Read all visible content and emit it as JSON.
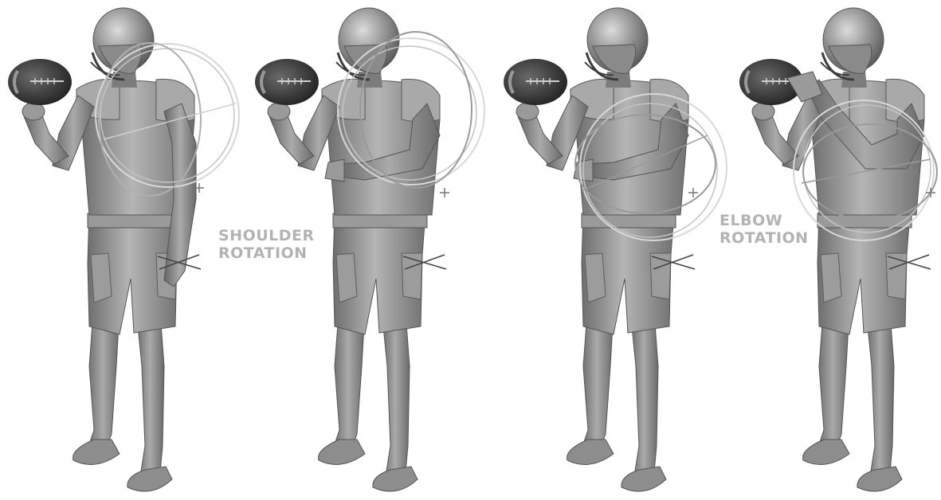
{
  "figures": [
    {
      "pose": "arm-down",
      "gizmo": "shoulder"
    },
    {
      "pose": "arm-forward",
      "gizmo": "shoulder"
    },
    {
      "pose": "arm-forward",
      "gizmo": "elbow"
    },
    {
      "pose": "hands-together",
      "gizmo": "elbow"
    }
  ],
  "captions": {
    "shoulder": {
      "line1": "SHOULDER",
      "line2": "ROTATION"
    },
    "elbow": {
      "line1": "ELBOW",
      "line2": "ROTATION"
    }
  },
  "colors": {
    "body": "#8f8f8f",
    "body_light": "#b8b8b8",
    "body_dark": "#5a5a5a",
    "ball": "#3a3a3a",
    "gizmo": "#d9d9d9",
    "caption": "#b3b3b3"
  }
}
